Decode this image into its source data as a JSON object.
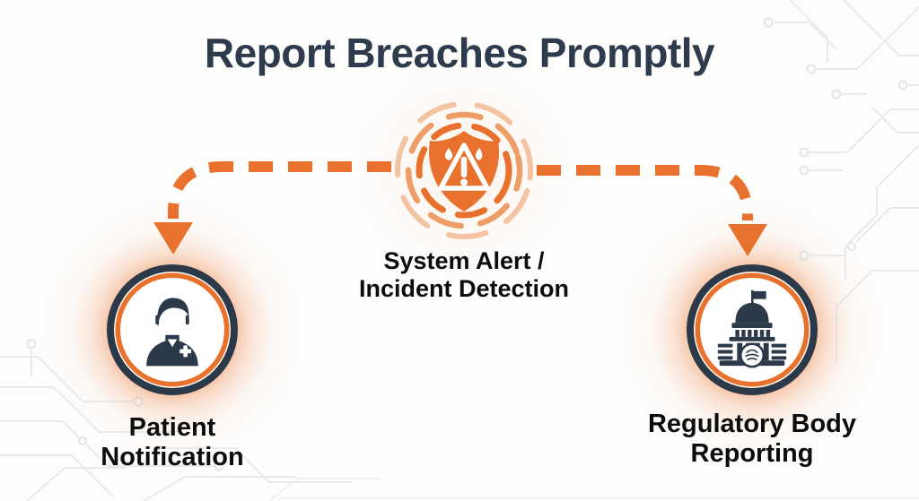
{
  "title": "Report Breaches Promptly",
  "center_node": {
    "icon": "alert-shield-icon",
    "label_line1": "System Alert /",
    "label_line2": "Incident Detection"
  },
  "left_node": {
    "icon": "patient-icon",
    "label_line1": "Patient",
    "label_line2": "Notification"
  },
  "right_node": {
    "icon": "government-building-icon",
    "label_line1": "Regulatory Body",
    "label_line2": "Reporting"
  },
  "colors": {
    "orange": "#E8722D",
    "orange_mid": "#EE9D67",
    "orange_faint": "#F4C3A2",
    "navy": "#2C3949",
    "title_color": "#2E3B4C",
    "label_black": "#0D0D0D",
    "circuit_gray": "#E8EAEE",
    "background": "#FDFDFC"
  }
}
